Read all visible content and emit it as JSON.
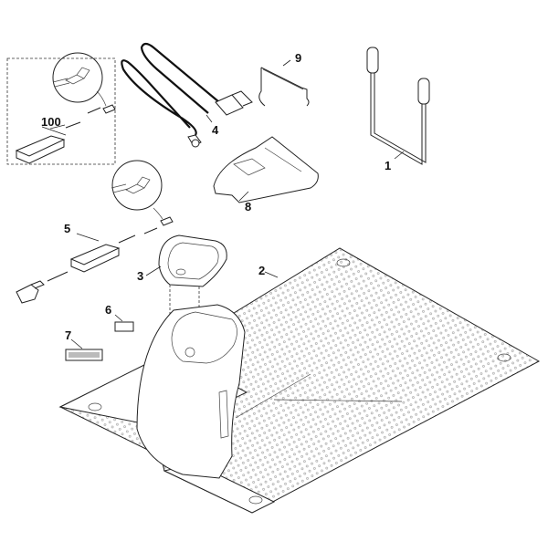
{
  "diagram": {
    "type": "exploded parts diagram",
    "background": "#ffffff",
    "line_color": "#222222",
    "parts": [
      {
        "id": "1",
        "label": "1",
        "description": "U-shaped mounting peg with two handles"
      },
      {
        "id": "2",
        "label": "2",
        "description": "Perforated base plate"
      },
      {
        "id": "3",
        "label": "3",
        "description": "Docking station cover frame"
      },
      {
        "id": "4",
        "label": "4",
        "description": "USB cable"
      },
      {
        "id": "5",
        "label": "5",
        "description": "Power supply unit with plug"
      },
      {
        "id": "6",
        "label": "6",
        "description": "Small label"
      },
      {
        "id": "7",
        "label": "7",
        "description": "Long label"
      },
      {
        "id": "8",
        "label": "8",
        "description": "Hood / top cover"
      },
      {
        "id": "9",
        "label": "9",
        "description": "Wire clip"
      },
      {
        "id": "100",
        "label": "100",
        "description": "Power supply (boxed, dashed outline) with connector detail"
      }
    ]
  }
}
